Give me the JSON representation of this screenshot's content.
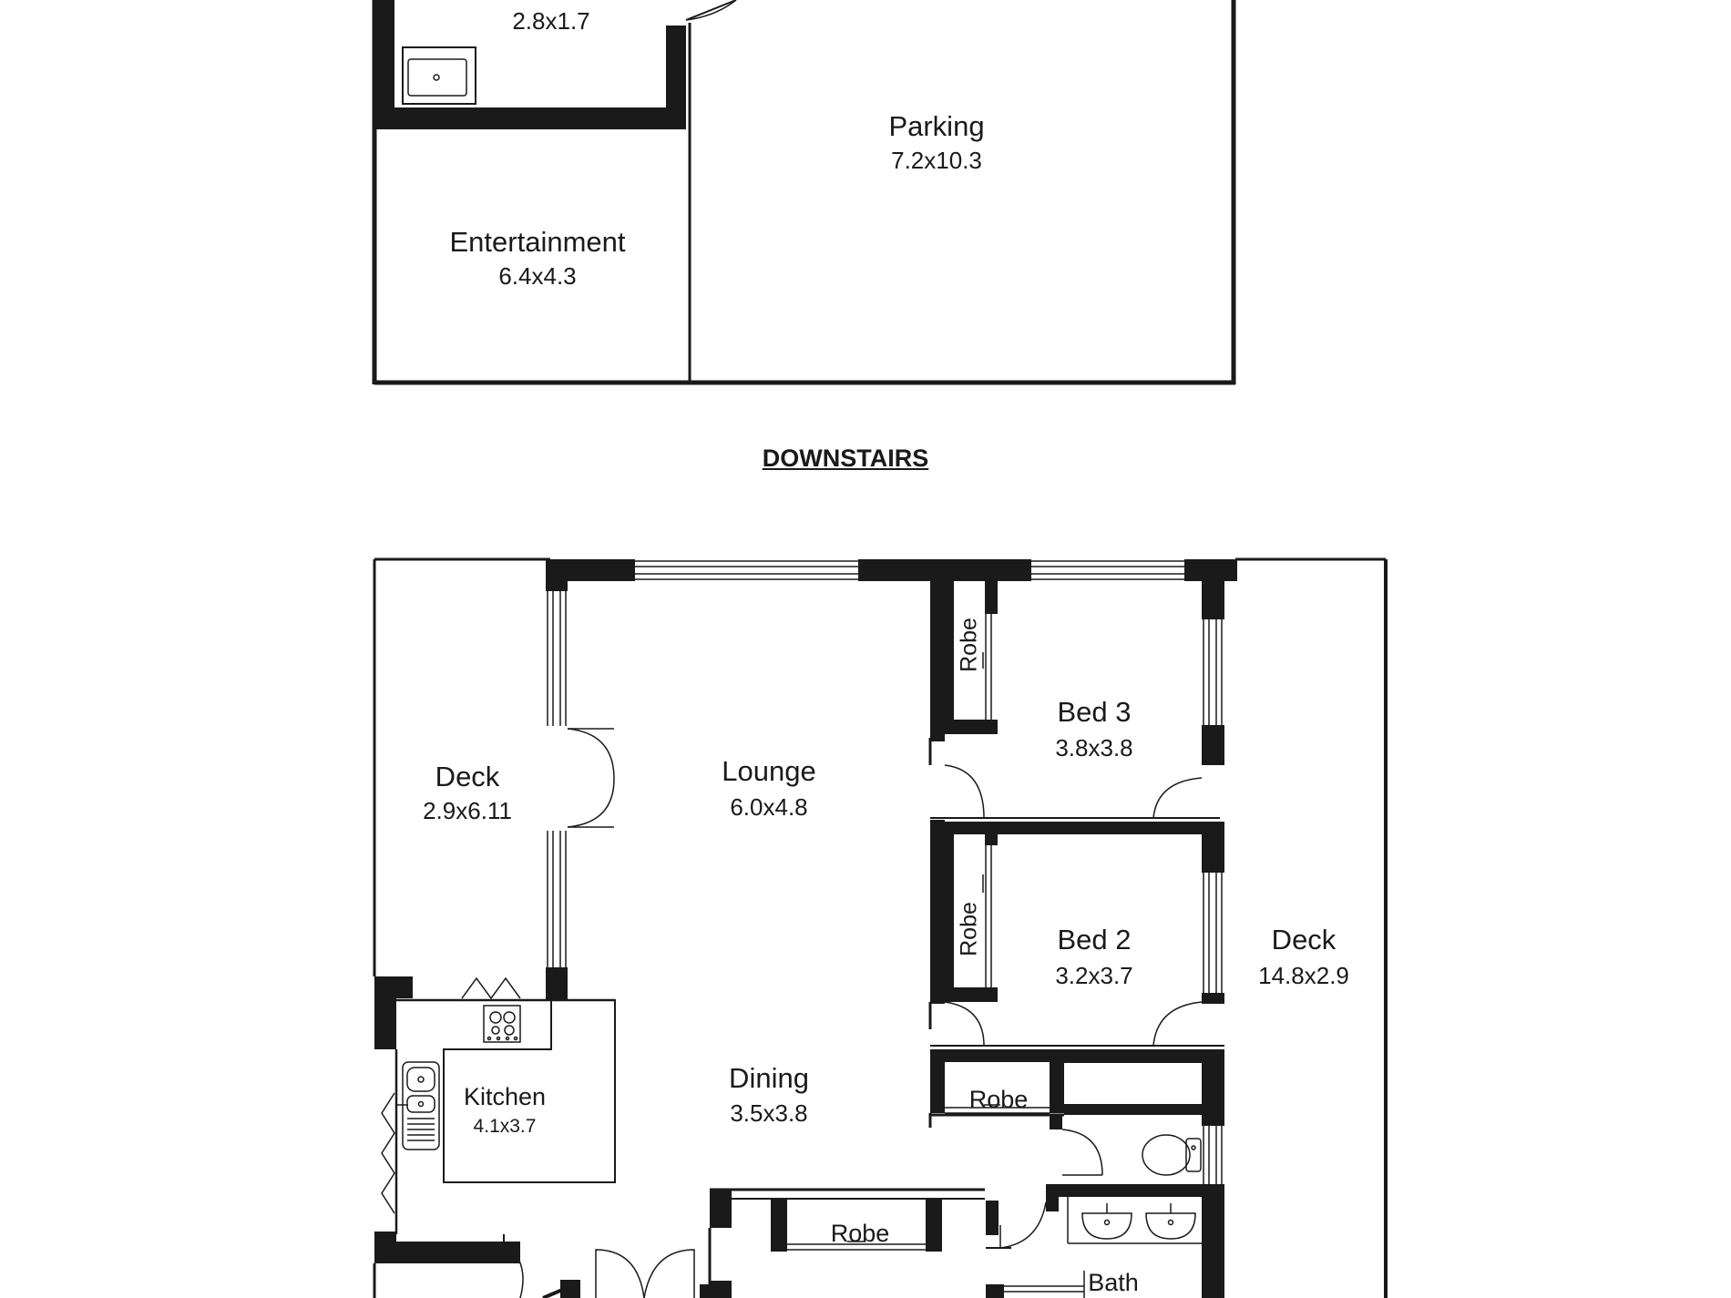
{
  "heading": "DOWNSTAIRS",
  "rooms": {
    "laundry": {
      "dims": "2.8x1.7"
    },
    "parking": {
      "name": "Parking",
      "dims": "7.2x10.3"
    },
    "entertainment": {
      "name": "Entertainment",
      "dims": "6.4x4.3"
    },
    "deck_west": {
      "name": "Deck",
      "dims": "2.9x6.11"
    },
    "lounge": {
      "name": "Lounge",
      "dims": "6.0x4.8"
    },
    "bed3": {
      "name": "Bed 3",
      "dims": "3.8x3.8"
    },
    "bed2": {
      "name": "Bed 2",
      "dims": "3.2x3.7"
    },
    "deck_east": {
      "name": "Deck",
      "dims": "14.8x2.9"
    },
    "dining": {
      "name": "Dining",
      "dims": "3.5x3.8"
    },
    "kitchen": {
      "name": "Kitchen",
      "dims": "4.1x3.7"
    },
    "bath": {
      "name": "Bath"
    }
  },
  "robes": {
    "bed3": "Robe",
    "bed2": "Robe",
    "hall_upper": "Robe",
    "hall_lower": "Robe"
  }
}
